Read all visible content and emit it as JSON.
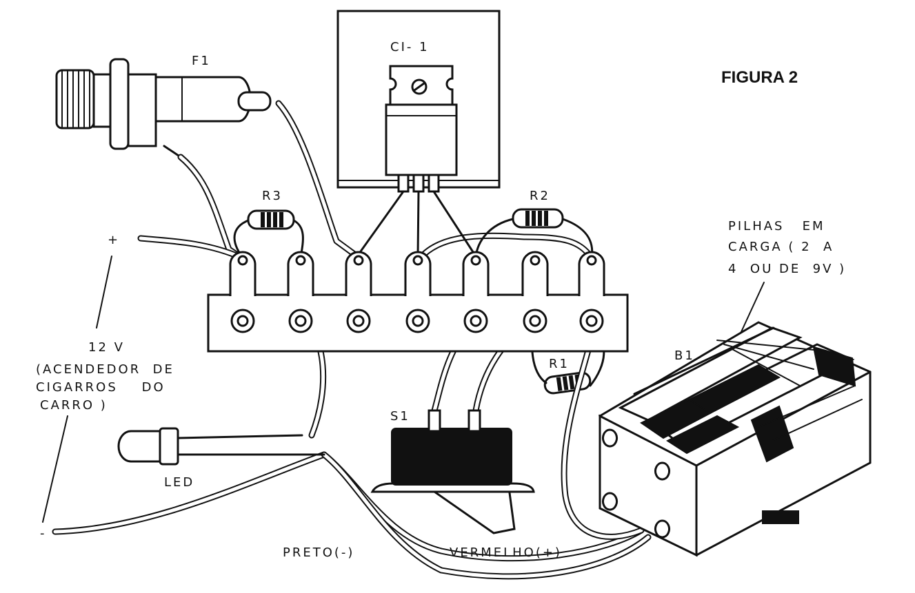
{
  "figure_title": "FIGURA 2",
  "labels": {
    "fuse": "F1",
    "ic": "CI- 1",
    "r3": "R3",
    "r2": "R2",
    "r1": "R1",
    "switch": "S1",
    "battery": "B1",
    "led": "LED",
    "plus": "+",
    "minus": "-",
    "voltage": "12 V",
    "source_line1": "(ACENDEDOR  DE",
    "source_line2": "CIGARROS    DO",
    "source_line3": "CARRO )",
    "cells_line1": "PILHAS   EM",
    "cells_line2": "CARGA ( 2  A",
    "cells_line3": "4  OU DE  9V )",
    "black_wire": "PRETO(-)",
    "red_wire": "VERMELHO(+)"
  }
}
